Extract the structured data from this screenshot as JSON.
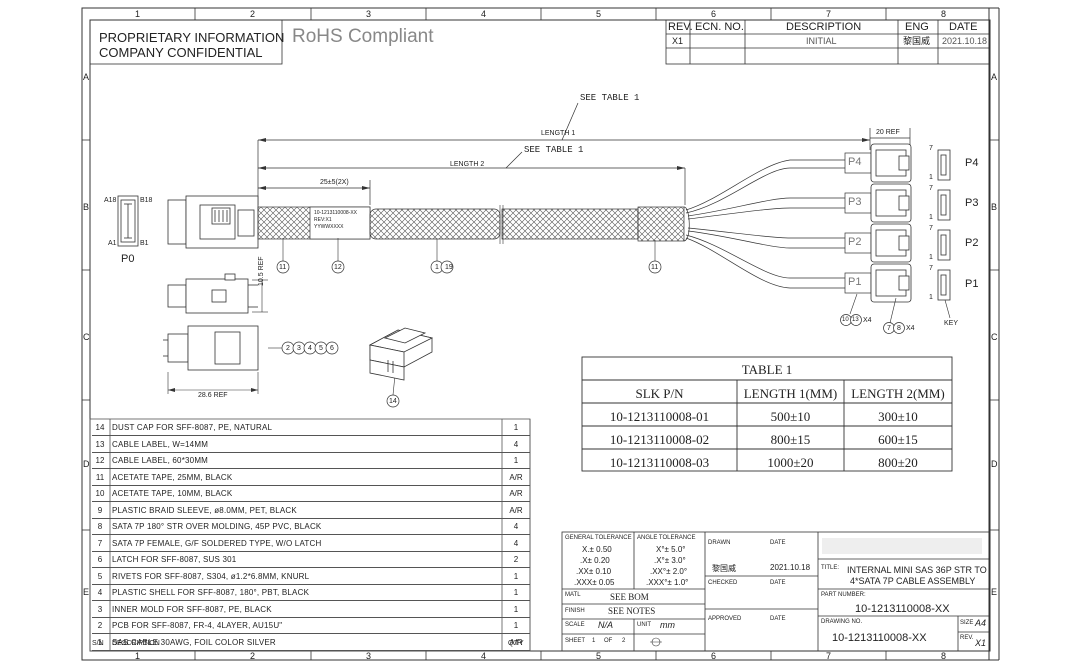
{
  "grid": {
    "columns": [
      "1",
      "2",
      "3",
      "4",
      "5",
      "6",
      "7",
      "8"
    ],
    "rows": [
      "A",
      "B",
      "C",
      "D",
      "E"
    ]
  },
  "header": {
    "proprietary_line1": "PROPRIETARY INFORMATION",
    "proprietary_line2": "COMPANY CONFIDENTIAL",
    "rohs": "RoHS Compliant"
  },
  "revision": {
    "headers": {
      "rev": "REV.",
      "ecn": "ECN. NO.",
      "description": "DESCRIPTION",
      "eng": "ENG",
      "date": "DATE"
    },
    "row": {
      "rev": "X1",
      "ecn": "",
      "description": "INITIAL",
      "eng": "黎国威",
      "date": "2021.10.18"
    }
  },
  "drawing": {
    "see_table_1": "SEE TABLE 1",
    "see_table_2": "SEE TABLE 1",
    "length1": "LENGTH 1",
    "length2": "LENGTH 2",
    "dim_25": "25±5(2X)",
    "ref_20": "20 REF",
    "ref_10_5": "10.5 REF",
    "ref_28_6": "28.6 REF",
    "p0": "P0",
    "a18": "A18",
    "b18": "B18",
    "a1": "A1",
    "b1": "B1",
    "ports": [
      "P4",
      "P3",
      "P2",
      "P1"
    ],
    "port_labels_right": [
      "P4",
      "P3",
      "P2",
      "P1"
    ],
    "pin7": "7",
    "pin1": "1",
    "key": "KEY",
    "label_text1": "10-1213110008-XX",
    "label_text2": "REV:X1",
    "label_text3": "YYWWXXXX",
    "balloons": {
      "b11a": "11",
      "b12": "12",
      "b19": "19",
      "b11b": "11",
      "b10": "10",
      "b13": "13",
      "x4a": "X4",
      "b7": "7",
      "b8": "8",
      "x4b": "X4",
      "b2": "2",
      "b3": "3",
      "b4": "4",
      "b5": "5",
      "b6": "6",
      "b14": "14"
    }
  },
  "table1": {
    "title": "TABLE 1",
    "headers": [
      "SLK P/N",
      "LENGTH 1(MM)",
      "LENGTH 2(MM)"
    ],
    "rows": [
      [
        "10-1213110008-01",
        "500±10",
        "300±10"
      ],
      [
        "10-1213110008-02",
        "800±15",
        "600±15"
      ],
      [
        "10-1213110008-03",
        "1000±20",
        "800±20"
      ]
    ]
  },
  "bom": {
    "rows": [
      {
        "n": "14",
        "desc": "DUST CAP FOR SFF-8087, PE, NATURAL",
        "qty": "1"
      },
      {
        "n": "13",
        "desc": "CABLE LABEL, W=14MM",
        "qty": "4"
      },
      {
        "n": "12",
        "desc": "CABLE LABEL, 60*30MM",
        "qty": "1"
      },
      {
        "n": "11",
        "desc": "ACETATE TAPE, 25MM, BLACK",
        "qty": "A/R"
      },
      {
        "n": "10",
        "desc": "ACETATE TAPE, 10MM, BLACK",
        "qty": "A/R"
      },
      {
        "n": "9",
        "desc": "PLASTIC BRAID SLEEVE, ø8.0MM, PET, BLACK",
        "qty": "A/R"
      },
      {
        "n": "8",
        "desc": "SATA 7P 180° STR OVER MOLDING, 45P PVC, BLACK",
        "qty": "4"
      },
      {
        "n": "7",
        "desc": "SATA 7P FEMALE, G/F SOLDERED TYPE, W/O LATCH",
        "qty": "4"
      },
      {
        "n": "6",
        "desc": "LATCH FOR SFF-8087, SUS 301",
        "qty": "2"
      },
      {
        "n": "5",
        "desc": "RIVETS FOR SFF-8087, S304, ø1.2*6.8MM, KNURL",
        "qty": "1"
      },
      {
        "n": "4",
        "desc": "PLASTIC SHELL FOR SFF-8087, 180°, PBT, BLACK",
        "qty": "1"
      },
      {
        "n": "3",
        "desc": "INNER MOLD FOR SFF-8087, PE, BLACK",
        "qty": "1"
      },
      {
        "n": "2",
        "desc": "PCB FOR SFF-8087, FR-4, 4LAYER, AU15U\"",
        "qty": "1"
      },
      {
        "n": "1",
        "desc": "SAS CABLE 30AWG, FOIL COLOR SILVER",
        "qty": "A/R"
      }
    ],
    "footer": {
      "sn": "S/N",
      "description": "DESCRIPTION",
      "qty": "Q'TY"
    }
  },
  "title_block": {
    "general_tolerance": "GENERAL TOLERANCE",
    "angle_tolerance": "ANGLE TOLERANCE",
    "tol_lin": [
      "X.± 0.50",
      ".X± 0.20",
      ".XX± 0.10",
      ".XXX± 0.05"
    ],
    "tol_ang": [
      "X°± 5.0°",
      ".X°± 3.0°",
      ".XX°± 2.0°",
      ".XXX°± 1.0°"
    ],
    "matl_label": "MATL",
    "matl_value": "SEE BOM",
    "finish_label": "FINISH",
    "finish_value": "SEE NOTES",
    "scale_label": "SCALE",
    "scale_value": "N/A",
    "unit_label": "UNIT",
    "unit_value": "mm",
    "sheet_label": "SHEET",
    "sheet_value": "1",
    "of_label": "OF",
    "of_value": "2",
    "drawn": "DRAWN",
    "date1": "DATE",
    "drawn_by": "黎国威",
    "drawn_date": "2021.10.18",
    "checked": "CHECKED",
    "date2": "DATE",
    "approved": "APPROVED",
    "date3": "DATE",
    "title_label": "TITLE:",
    "title_line1": "INTERNAL MINI SAS 36P STR TO",
    "title_line2": "4*SATA 7P CABLE ASSEMBLY",
    "part_number_label": "PART NUMBER:",
    "part_number": "10-1213110008-XX",
    "drawing_no_label": "DRAWING NO.",
    "drawing_no": "10-1213110008-XX",
    "size_label": "SIZE",
    "size_value": "A4",
    "rev_label": "REV.",
    "rev_value": "X1"
  },
  "colors": {
    "line": "#333333",
    "faint": "#999999",
    "braid": "#444444"
  }
}
